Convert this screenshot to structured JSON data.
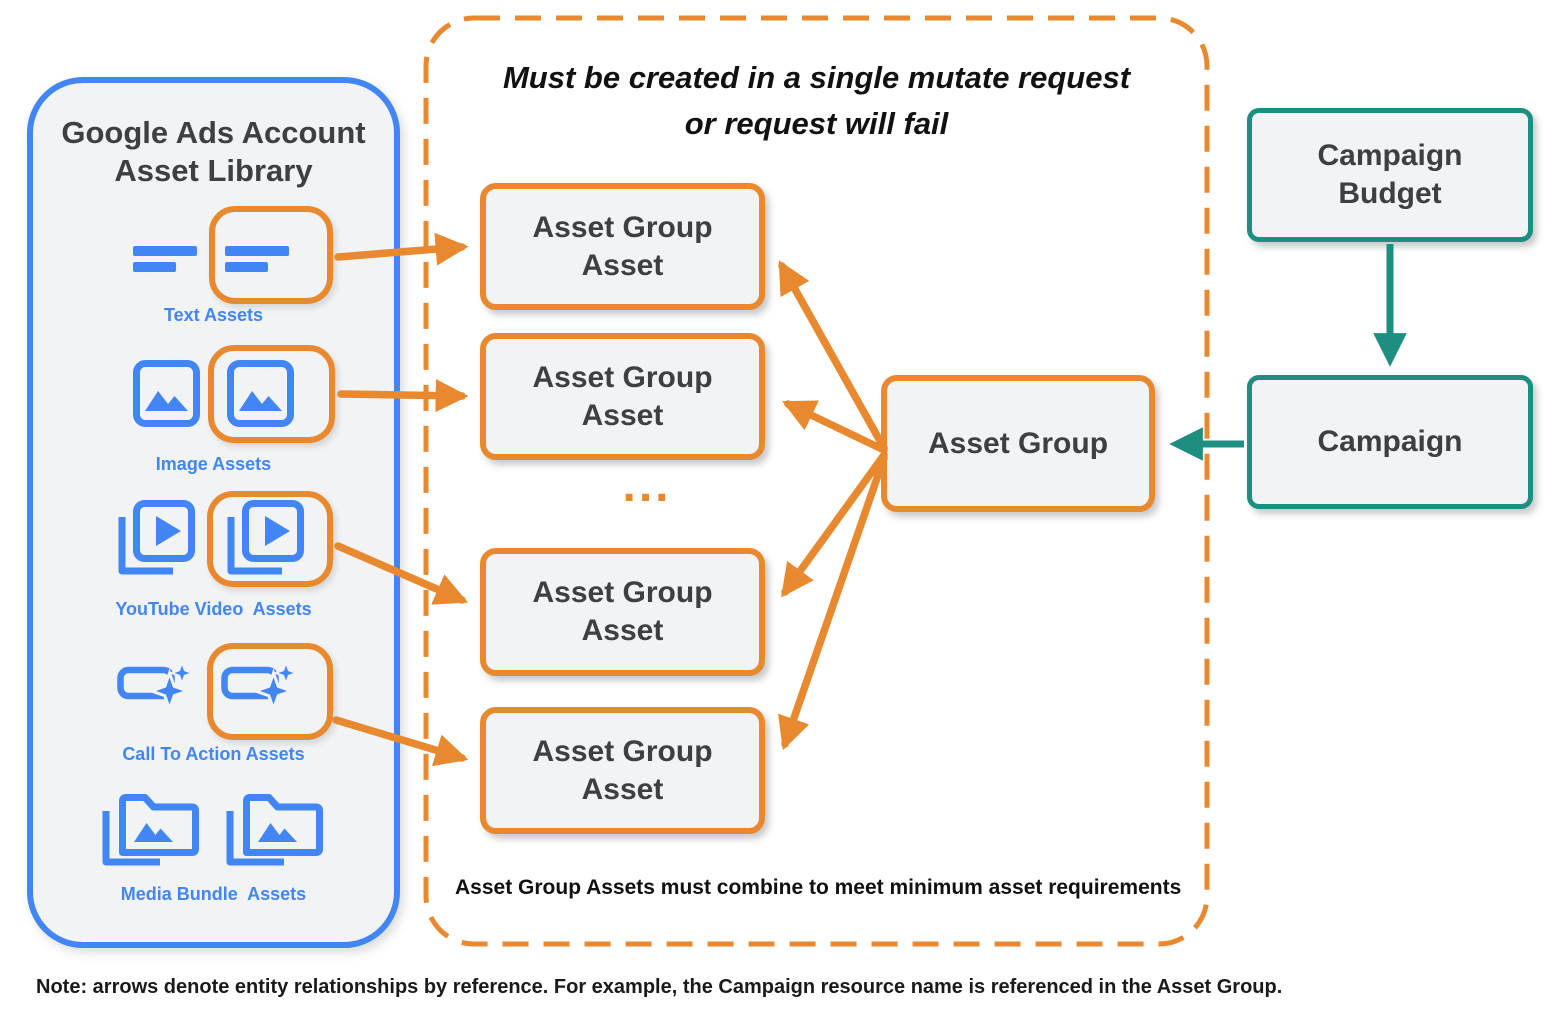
{
  "colors": {
    "orange": "#E8892F",
    "blue": "#4285F4",
    "teal": "#1E8E81",
    "box_fill": "#F1F3F4",
    "dark_text": "#3C4043",
    "note_text": "#1A1A1A"
  },
  "library": {
    "title_lines": [
      "Google Ads Account",
      "Asset Library"
    ],
    "items": [
      {
        "label": "Text Assets",
        "icon": "text-asset-icon",
        "highlighted": true
      },
      {
        "label": "Image Assets",
        "icon": "image-asset-icon",
        "highlighted": true
      },
      {
        "label": "YouTube Video  Assets",
        "icon": "youtube-video-asset-icon",
        "highlighted": true
      },
      {
        "label": "Call To Action Assets",
        "icon": "call-to-action-asset-icon",
        "highlighted": true
      },
      {
        "label": "Media Bundle  Assets",
        "icon": "media-bundle-asset-icon",
        "highlighted": false
      }
    ]
  },
  "mutate_box": {
    "title_lines": [
      "Must be created in a single mutate request",
      "or request will fail"
    ],
    "asset_group_asset_label": "Asset Group Asset",
    "ellipsis": "...",
    "asset_group_label": "Asset Group",
    "footer": "Asset Group Assets must combine to meet minimum asset requirements"
  },
  "campaign_column": {
    "budget_label": "Campaign Budget",
    "campaign_label": "Campaign"
  },
  "note": "Note: arrows denote entity relationships by reference. For example, the Campaign resource name is referenced in the Asset Group."
}
